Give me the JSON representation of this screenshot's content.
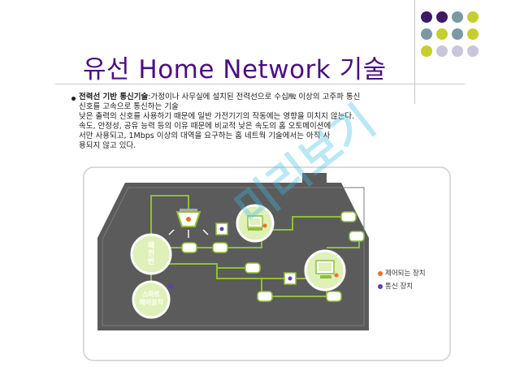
{
  "slide": {
    "title": "유선 Home Network 기술",
    "bullet_bold": "전력선 기반 통신기술",
    "bullet_line1_rest": ":가정이나 사무실에 설치된 전력선으로 수십㎒ 이상의 고주파 통신",
    "bullet_line2": "신호를 고속으로 통신하는 기술",
    "bullet_line3": "낮은 출력의 신호를 사용하기 때문에 일반 가전기기의 작동에는 영향을 미치지 않는다.",
    "bullet_line4": "속도, 안정성, 공유 능력 등의 이유 때문에 비교적 낮은 속도의 홈 오토메이션에",
    "bullet_line5": "서만 사용되고, 1Mbps 이상의 대역을 요구하는 홈 네트웍 기술에서는 아직 사",
    "bullet_line6": "용되지 않고 있다."
  },
  "diagram": {
    "panel_label": "배전반",
    "smart_label": "스마트제어장치",
    "legend_controlled": "제어되는 장치",
    "legend_comm": "통신 장치",
    "watermark": "미리보기"
  },
  "colors": {
    "title": "#4a1080",
    "house_fill": "#5b5b5b",
    "node_green": "#8fbf3a",
    "node_fill": "#dff0b8",
    "controlled_dot": "#f07020",
    "comm_dot": "#6040b0",
    "dot_purple": "#3f1866",
    "dot_teal": "#7a99a2",
    "dot_yellow": "#c6cf2e",
    "dot_lavender": "#c9c6da"
  },
  "decor_icons": [
    "ceiling-lamp-icon",
    "computer-icon",
    "tv-icon"
  ]
}
